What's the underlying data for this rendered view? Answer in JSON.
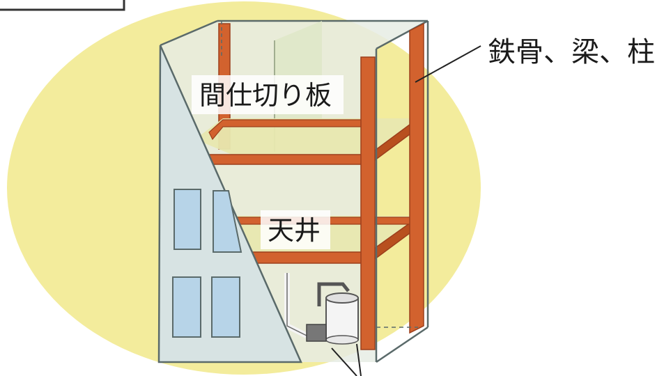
{
  "labels": {
    "steel_frame": "鉄骨、梁、柱",
    "partition": "間仕切り板",
    "ceiling": "天井"
  },
  "colors": {
    "background_blob": "#f3ec9c",
    "wall": "#d7e3e3",
    "wall_edge": "#5a6a6a",
    "steel": "#d2622e",
    "steel_dark": "#9c3f1c",
    "floor_slab": "#e8e8b0",
    "window": "#b7d4e8",
    "partition_panel": "#dfe8c8"
  },
  "icons": [
    "water-tank-icon",
    "pipe-icon"
  ]
}
